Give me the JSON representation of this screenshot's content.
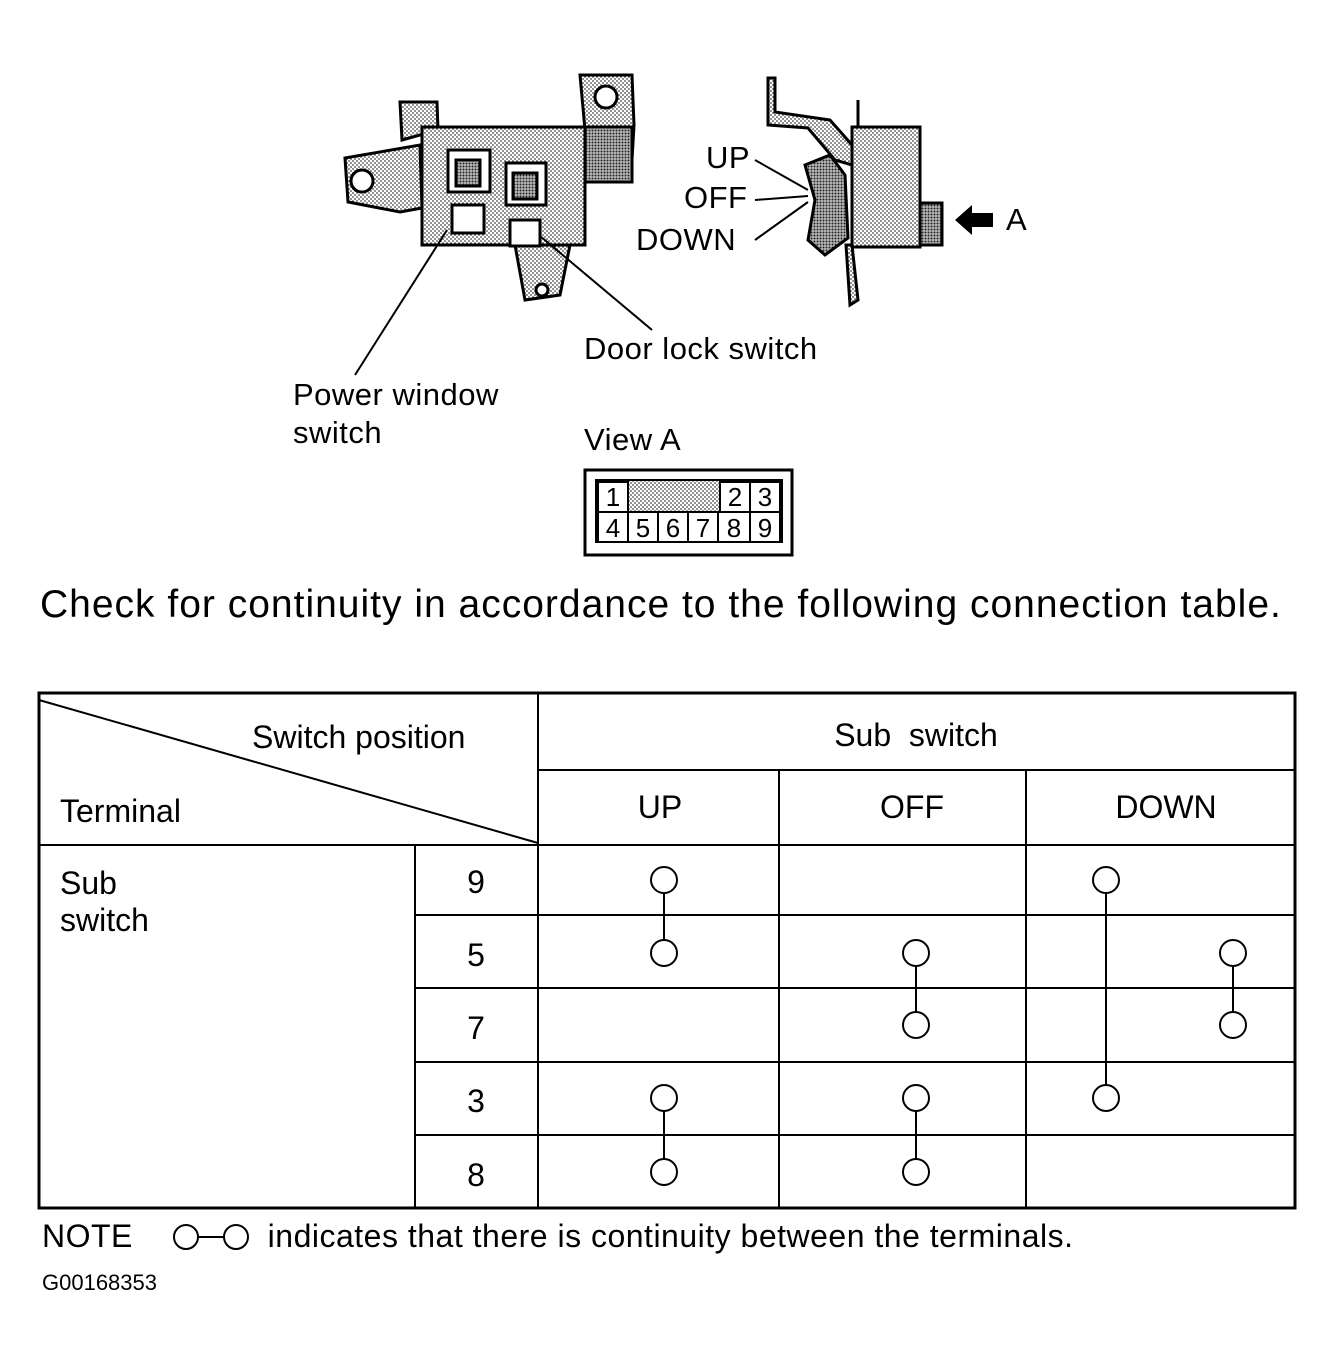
{
  "illustration": {
    "labels": {
      "up": "UP",
      "off": "OFF",
      "down": "DOWN",
      "arrow_label": "A",
      "door_lock_switch": "Door lock switch",
      "power_window_switch_line1": "Power window",
      "power_window_switch_line2": "switch",
      "view_a": "View A"
    },
    "connector_pins": {
      "top_row": [
        "1",
        "2",
        "3"
      ],
      "bottom_row": [
        "4",
        "5",
        "6",
        "7",
        "8",
        "9"
      ]
    }
  },
  "intro_text": "Check for continuity in accordance to the following connection table.",
  "table": {
    "header_switch_position": "Switch position",
    "header_terminal": "Terminal",
    "header_group": "Sub  switch",
    "columns": [
      "UP",
      "OFF",
      "DOWN"
    ],
    "row_group_line1": "Sub",
    "row_group_line2": "switch",
    "terminals": [
      "9",
      "5",
      "7",
      "3",
      "8"
    ],
    "continuity": {
      "UP": [
        [
          "9",
          "5"
        ],
        [
          "3",
          "8"
        ]
      ],
      "OFF": [
        [
          "5",
          "7"
        ],
        [
          "3",
          "8"
        ]
      ],
      "DOWN": [
        [
          "9",
          "3"
        ],
        [
          "5",
          "7"
        ]
      ]
    }
  },
  "note": {
    "prefix": "NOTE",
    "text": "indicates that there is continuity between the terminals."
  },
  "figure_id": "G00168353"
}
